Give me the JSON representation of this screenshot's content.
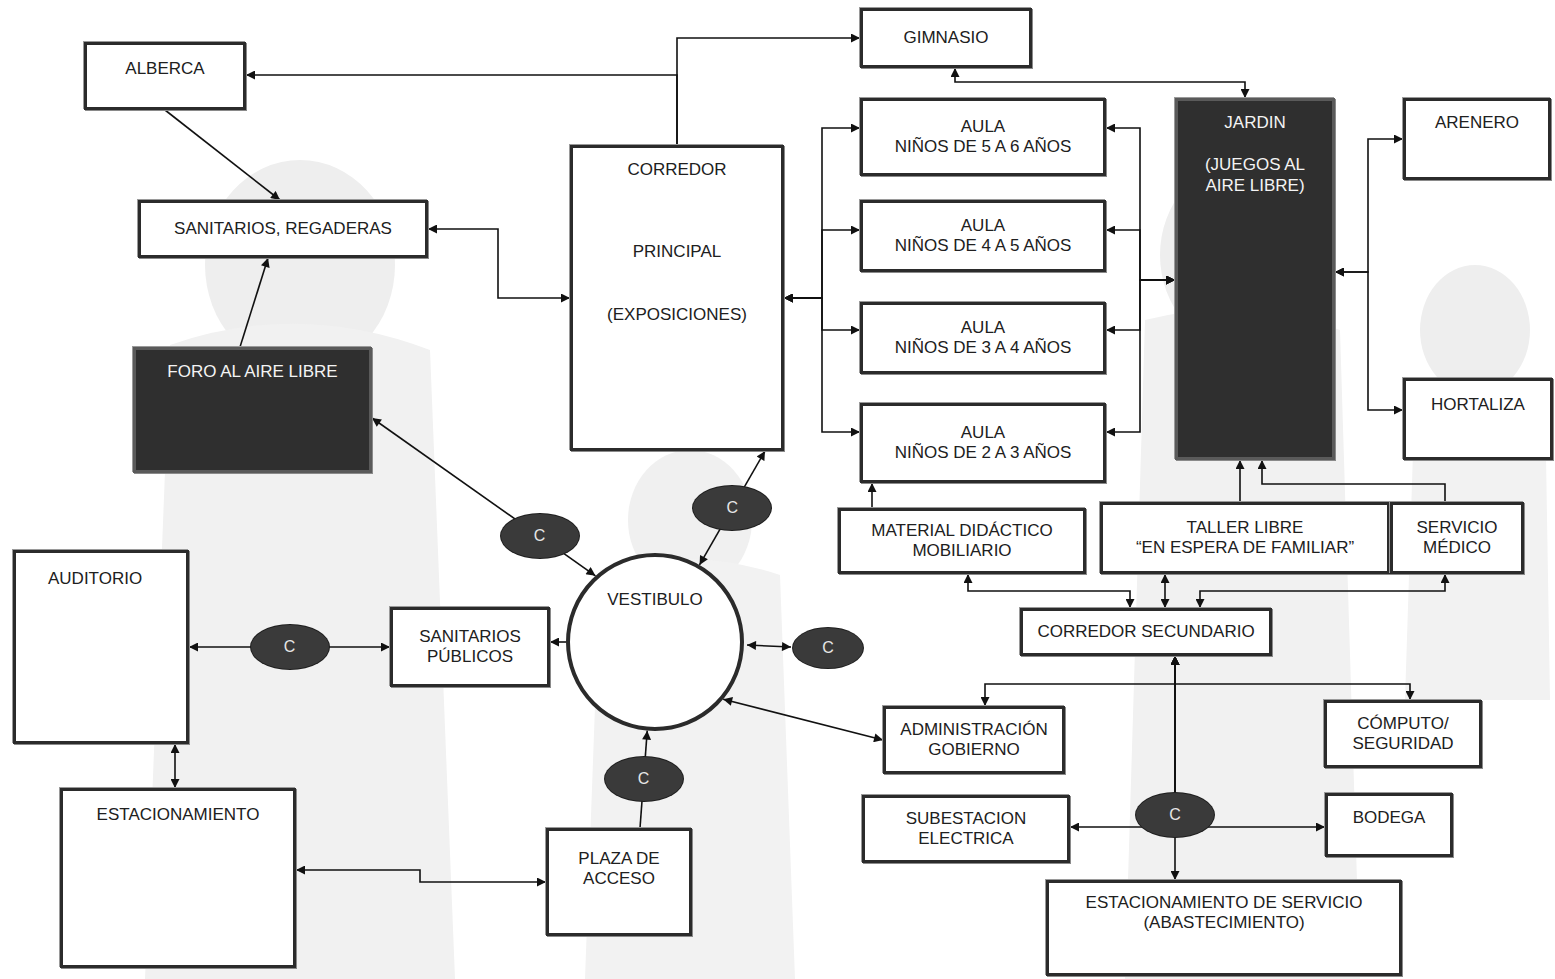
{
  "diagram": {
    "nodes": [
      {
        "text": [
          "GIMNASIO"
        ]
      },
      {
        "text": [
          "ALBERCA"
        ]
      },
      {
        "text": [
          "AULA NIÑOS DE 5 A 6 AÑOS"
        ]
      },
      {
        "text": [
          "JARDIN",
          "(JUEGOS AL AIRE LIBRE)"
        ]
      },
      {
        "text": [
          "ARENERO"
        ]
      },
      {
        "text": [
          "CORREDOR",
          "PRINCIPAL",
          "(EXPOSICIONES)"
        ]
      },
      {
        "text": [
          "SANITARIOS, REGADERAS"
        ]
      },
      {
        "text": [
          "AULA NIÑOS DE 4 A 5 AÑOS"
        ]
      },
      {
        "text": [
          "AULA NIÑOS DE 3 A 4 AÑOS"
        ]
      },
      {
        "text": [
          "FORO AL AIRE LIBRE"
        ]
      },
      {
        "text": [
          "AULA NIÑOS DE 2 A 3 AÑOS"
        ]
      },
      {
        "text": [
          "HORTALIZA"
        ]
      },
      {
        "text": [
          "MATERIAL DIDÁCTICO MOBILIARIO"
        ]
      },
      {
        "text": [
          "TALLER LIBRE “EN ESPERA DE FAMILIAR”"
        ]
      },
      {
        "text": [
          "SERVICIO MÉDICO"
        ]
      },
      {
        "text": [
          "AUDITORIO"
        ]
      },
      {
        "text": [
          "VESTIBULO"
        ]
      },
      {
        "text": [
          "SANITARIOS PÚBLICOS"
        ]
      },
      {
        "text": [
          "CORREDOR SECUNDARIO"
        ]
      },
      {
        "text": [
          "ADMINISTRACIÓN GOBIERNO"
        ]
      },
      {
        "text": [
          "CÓMPUTO/ SEGURIDAD"
        ]
      },
      {
        "text": [
          "ESTACIONAMIENTO"
        ]
      },
      {
        "text": [
          "SUBESTACION ELECTRICA"
        ]
      },
      {
        "text": [
          "BODEGA"
        ]
      },
      {
        "text": [
          "PLAZA DE ACCESO"
        ]
      },
      {
        "text": [
          "ESTACIONAMIENTO DE SERVICIO (ABASTECIMIENTO)"
        ]
      }
    ],
    "edges": [
      {
        "from": 5,
        "to": 0,
        "arrow": "to"
      },
      {
        "from": 5,
        "to": 1,
        "arrow": "to"
      },
      {
        "from": 0,
        "to": 3,
        "arrow": "both"
      },
      {
        "from": 1,
        "to": 6,
        "arrow": "to"
      },
      {
        "from": 6,
        "to": 5,
        "arrow": "both"
      },
      {
        "from": 9,
        "to": 6,
        "arrow": "to"
      },
      {
        "from": 5,
        "to": 2,
        "arrow": "both"
      },
      {
        "from": 5,
        "to": 7,
        "arrow": "both"
      },
      {
        "from": 5,
        "to": 8,
        "arrow": "both"
      },
      {
        "from": 5,
        "to": 10,
        "arrow": "both"
      },
      {
        "from": 2,
        "to": 3,
        "arrow": "both"
      },
      {
        "from": 7,
        "to": 3,
        "arrow": "both"
      },
      {
        "from": 8,
        "to": 3,
        "arrow": "both"
      },
      {
        "from": 10,
        "to": 3,
        "arrow": "both"
      },
      {
        "from": 3,
        "to": 4,
        "arrow": "both"
      },
      {
        "from": 3,
        "to": 11,
        "arrow": "both"
      },
      {
        "from": 12,
        "to": 10,
        "arrow": "to"
      },
      {
        "from": 13,
        "to": 3,
        "arrow": "to"
      },
      {
        "from": 14,
        "to": 3,
        "arrow": "to"
      },
      {
        "from": 18,
        "to": 12,
        "arrow": "both"
      },
      {
        "from": 18,
        "to": 13,
        "arrow": "both"
      },
      {
        "from": 18,
        "to": 14,
        "arrow": "both"
      },
      {
        "from": 18,
        "to": 19,
        "arrow": "both"
      },
      {
        "from": 18,
        "to": 20,
        "arrow": "both"
      },
      {
        "from": 18,
        "to": 22,
        "arrow": "both"
      },
      {
        "from": 18,
        "to": 23,
        "arrow": "both"
      },
      {
        "from": 18,
        "to": 25,
        "arrow": "both",
        "label": "C"
      },
      {
        "from": 16,
        "to": 19,
        "arrow": "both"
      },
      {
        "from": 16,
        "to": 5,
        "arrow": "both",
        "label": "C"
      },
      {
        "from": 16,
        "to": 9,
        "arrow": "both",
        "label": "C"
      },
      {
        "from": 16,
        "to": 17,
        "arrow": "to"
      },
      {
        "from": 17,
        "to": 15,
        "arrow": "both",
        "label": "C"
      },
      {
        "from": 15,
        "to": 21,
        "arrow": "both"
      },
      {
        "from": 21,
        "to": 24,
        "arrow": "both"
      },
      {
        "from": 24,
        "to": 16,
        "arrow": "to",
        "label": "C"
      }
    ],
    "labels": [
      "C"
    ]
  }
}
